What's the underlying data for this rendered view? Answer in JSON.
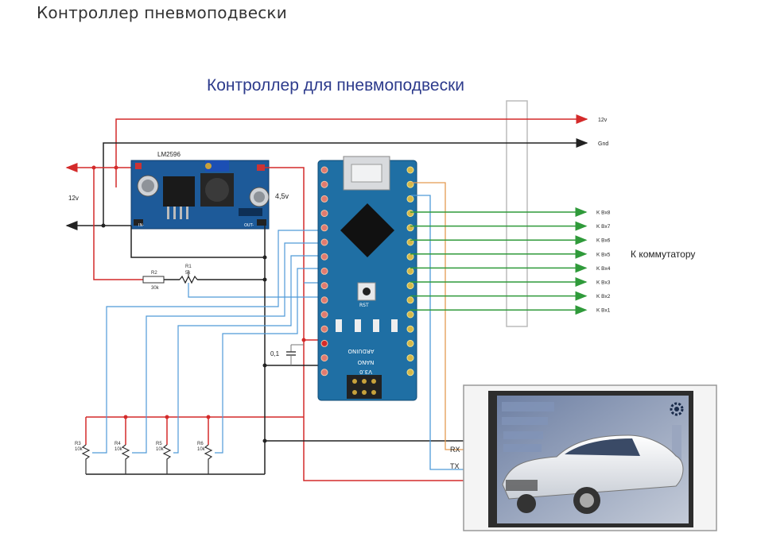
{
  "page": {
    "title": "Контроллер пневмоподвески"
  },
  "diagram": {
    "title": "Контроллер для пневмоподвески",
    "power": {
      "v12_label": "12v",
      "gnd_label": "Gnd",
      "in_voltage": "12v",
      "out_voltage": "4,5v"
    },
    "regulator": {
      "name": "LM2596"
    },
    "divider": {
      "r2": "R2",
      "r2_val": "30k",
      "r1": "R1",
      "r1_val": "5k"
    },
    "capacitor": "0,1",
    "sensors": [
      {
        "name": "R3",
        "value": "10k"
      },
      {
        "name": "R4",
        "value": "10k"
      },
      {
        "name": "R5",
        "value": "10k"
      },
      {
        "name": "R6",
        "value": "10k"
      }
    ],
    "arduino": {
      "line1": "ARDUINO",
      "line2": "NANO",
      "line3": "V3.0",
      "reset": "RST"
    },
    "outputs": [
      "K Bx8",
      "K Bx7",
      "K Bx6",
      "K Bx5",
      "K Bx4",
      "K Bx3",
      "K Bx2",
      "K Bx1"
    ],
    "outputs_label": "К коммутатору",
    "serial": {
      "rx": "RX",
      "tx": "TX"
    }
  },
  "colors": {
    "red": "#d42a2a",
    "blue": "#4f9ad8",
    "orange": "#e39a52",
    "green": "#2f9a3a",
    "board": "#1f6fa4",
    "title": "#2d3b8c"
  },
  "icons": [
    "gear-icon"
  ]
}
